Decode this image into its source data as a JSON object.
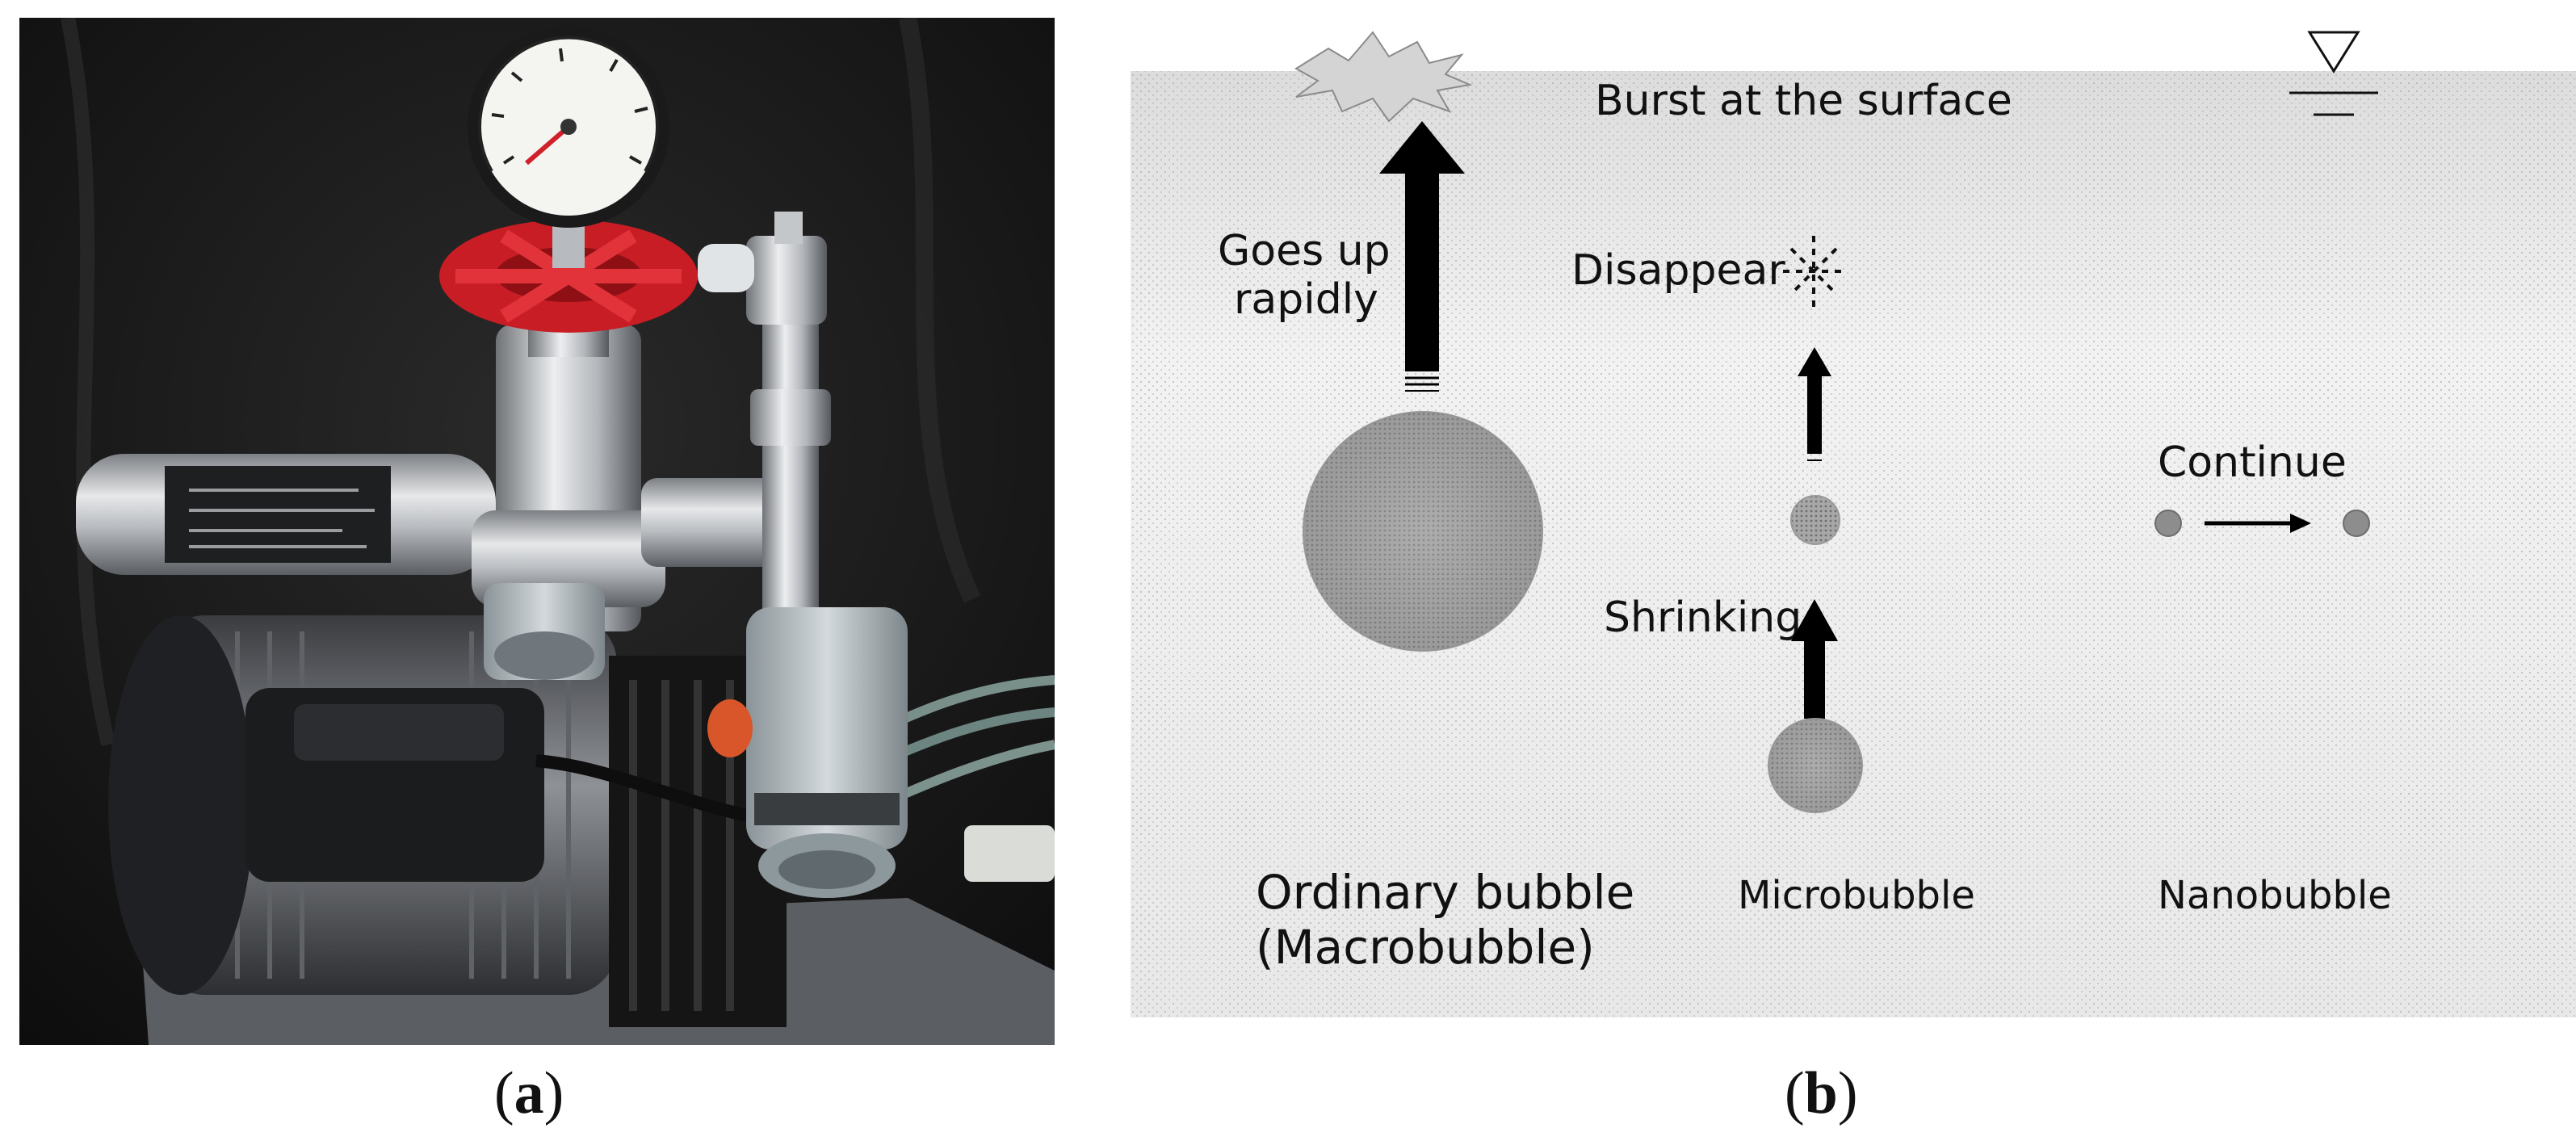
{
  "panel_a": {
    "label_open": "(",
    "label_letter": "a",
    "label_close": ")"
  },
  "panel_b": {
    "label_open": "(",
    "label_letter": "b",
    "label_close": ")",
    "burst_label": "Burst at the surface",
    "goes_up_line1": "Goes up",
    "goes_up_line2": "rapidly",
    "disappear_label": "Disappear",
    "shrinking_label": "Shrinking",
    "continue_label": "Continue",
    "ordinary_line1": "Ordinary bubble",
    "ordinary_line2": "(Macrobubble)",
    "micro_label": "Microbubble",
    "nano_label": "Nanobubble"
  }
}
